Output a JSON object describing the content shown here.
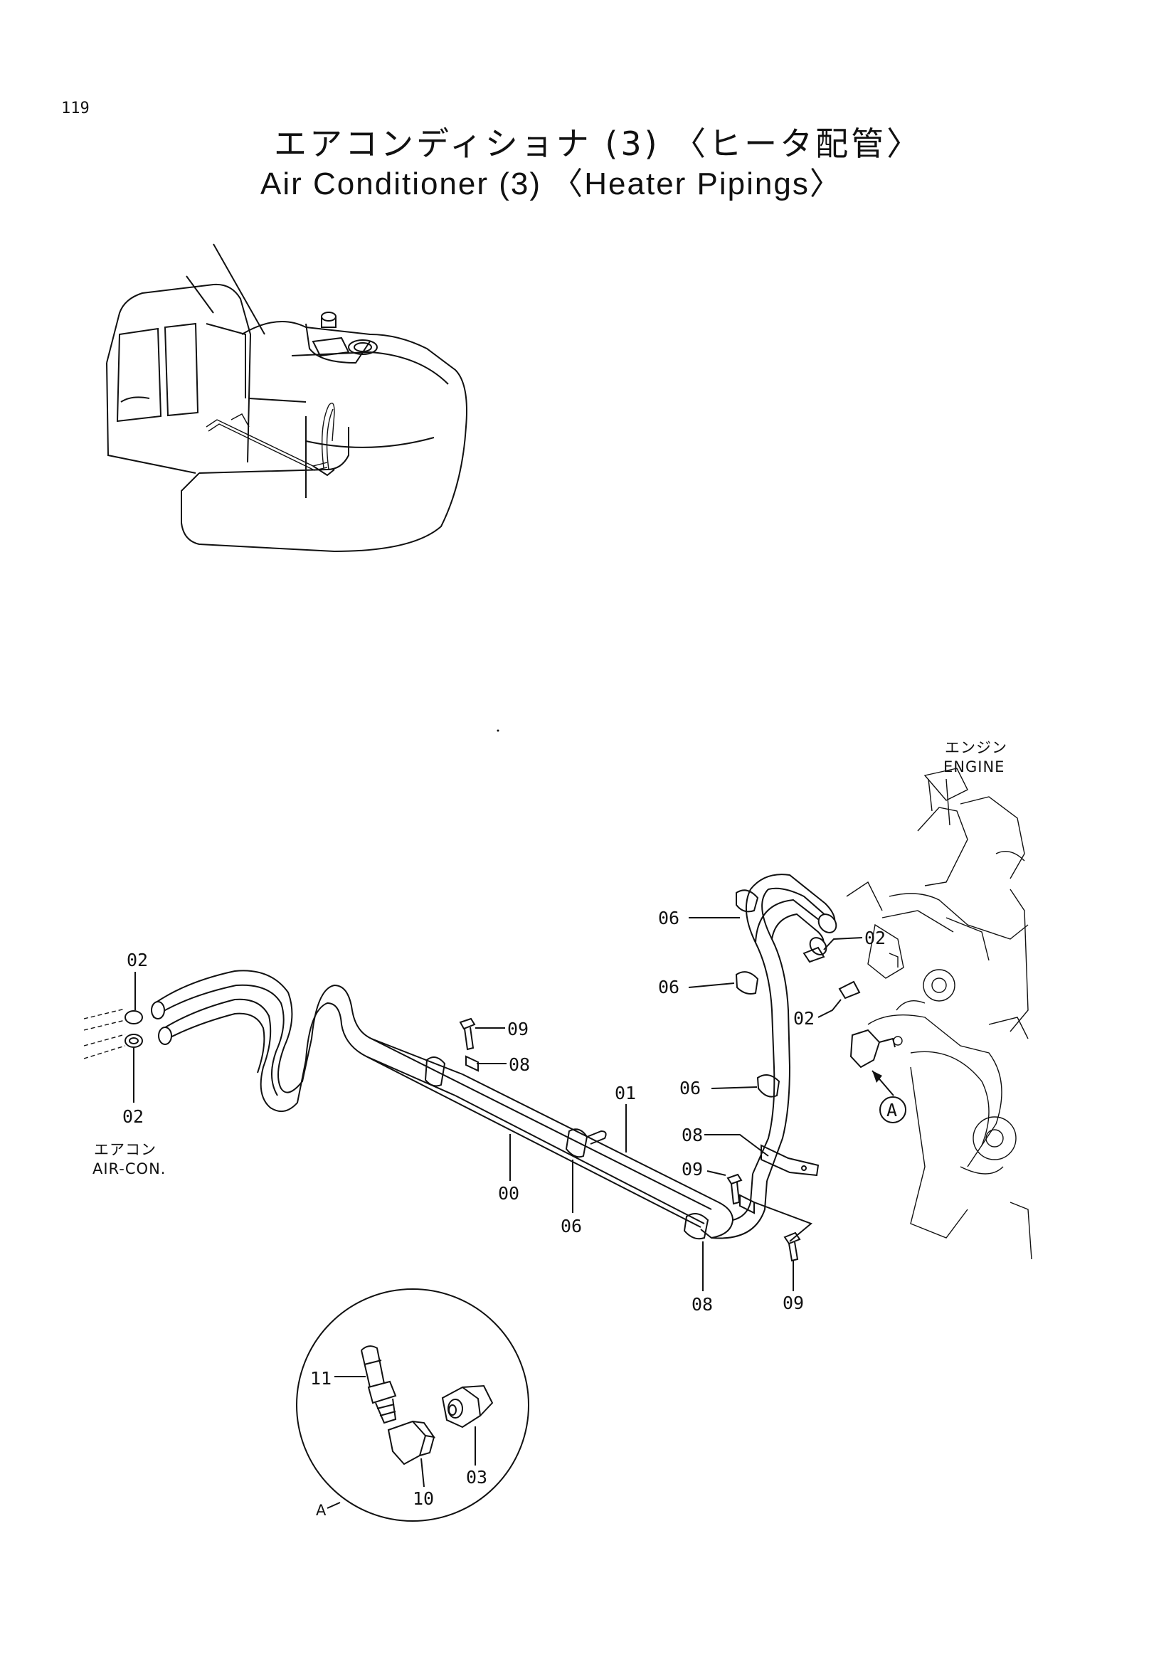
{
  "header": {
    "page_number": "119",
    "title_jp": "エアコンディショナ (3) 〈ヒータ配管〉",
    "title_en": "Air Conditioner (3) 〈Heater Pipings〉"
  },
  "location_labels": {
    "engine_jp": "エンジン",
    "engine_en": "ENGINE",
    "aircon_jp": "エアコン",
    "aircon_en": "AIR-CON."
  },
  "callouts": {
    "c02_top_left": "02",
    "c02_bottom_left": "02",
    "c09_center": "09",
    "c08_center": "08",
    "c01": "01",
    "c00": "00",
    "c06_center": "06",
    "c06_top1": "06",
    "c06_top2": "06",
    "c06_mid": "06",
    "c08_right": "08",
    "c09_right": "09",
    "c08_bottom": "08",
    "c09_bottom": "09",
    "c02_engine_top": "02",
    "c02_engine_mid": "02",
    "detail_ref_circle": "A"
  },
  "detail": {
    "label": "A",
    "c11": "11",
    "c10": "10",
    "c03": "03"
  }
}
